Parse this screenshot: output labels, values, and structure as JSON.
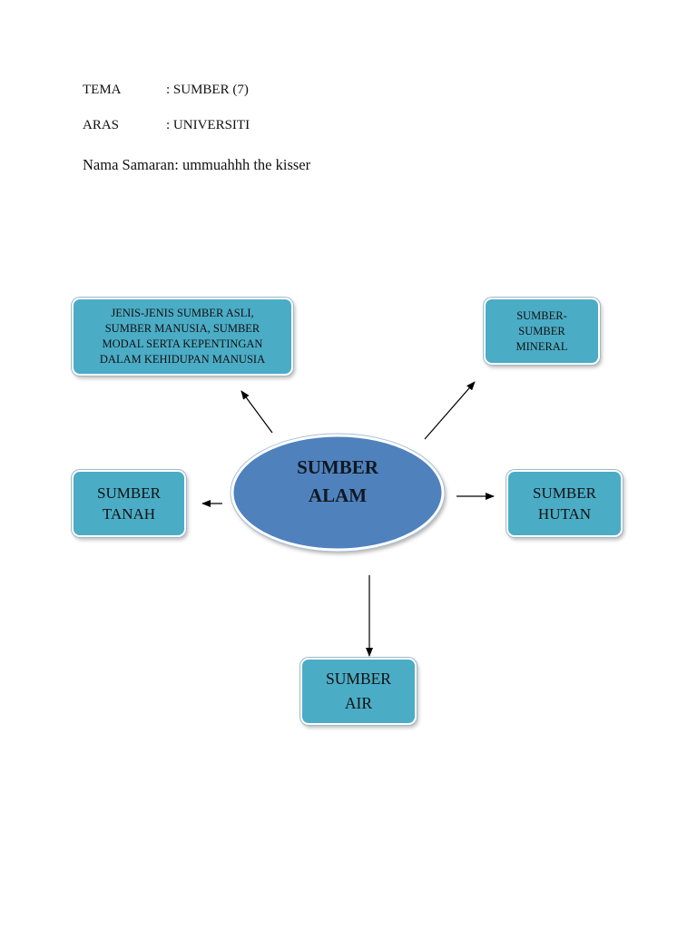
{
  "header": {
    "tema_label": "TEMA",
    "tema_value": ": SUMBER (7)",
    "aras_label": "ARAS",
    "aras_value": ": UNIVERSITI",
    "nama": "Nama Samaran: ummuahhh the kisser"
  },
  "diagram": {
    "center": [
      "SUMBER",
      "ALAM"
    ],
    "nodes": {
      "jenis": [
        "JENIS-JENIS SUMBER ASLI,",
        "SUMBER MANUSIA, SUMBER",
        "MODAL SERTA KEPENTINGAN",
        "DALAM KEHIDUPAN MANUSIA"
      ],
      "mineral": [
        "SUMBER-",
        "SUMBER",
        "MINERAL"
      ],
      "tanah": [
        "SUMBER",
        "TANAH"
      ],
      "hutan": [
        "SUMBER",
        "HUTAN"
      ],
      "air": [
        "SUMBER",
        "AIR"
      ]
    },
    "colors": {
      "box_fill": "#4bacc6",
      "ellipse_fill": "#4f81bd",
      "arrow": "#000000"
    }
  }
}
